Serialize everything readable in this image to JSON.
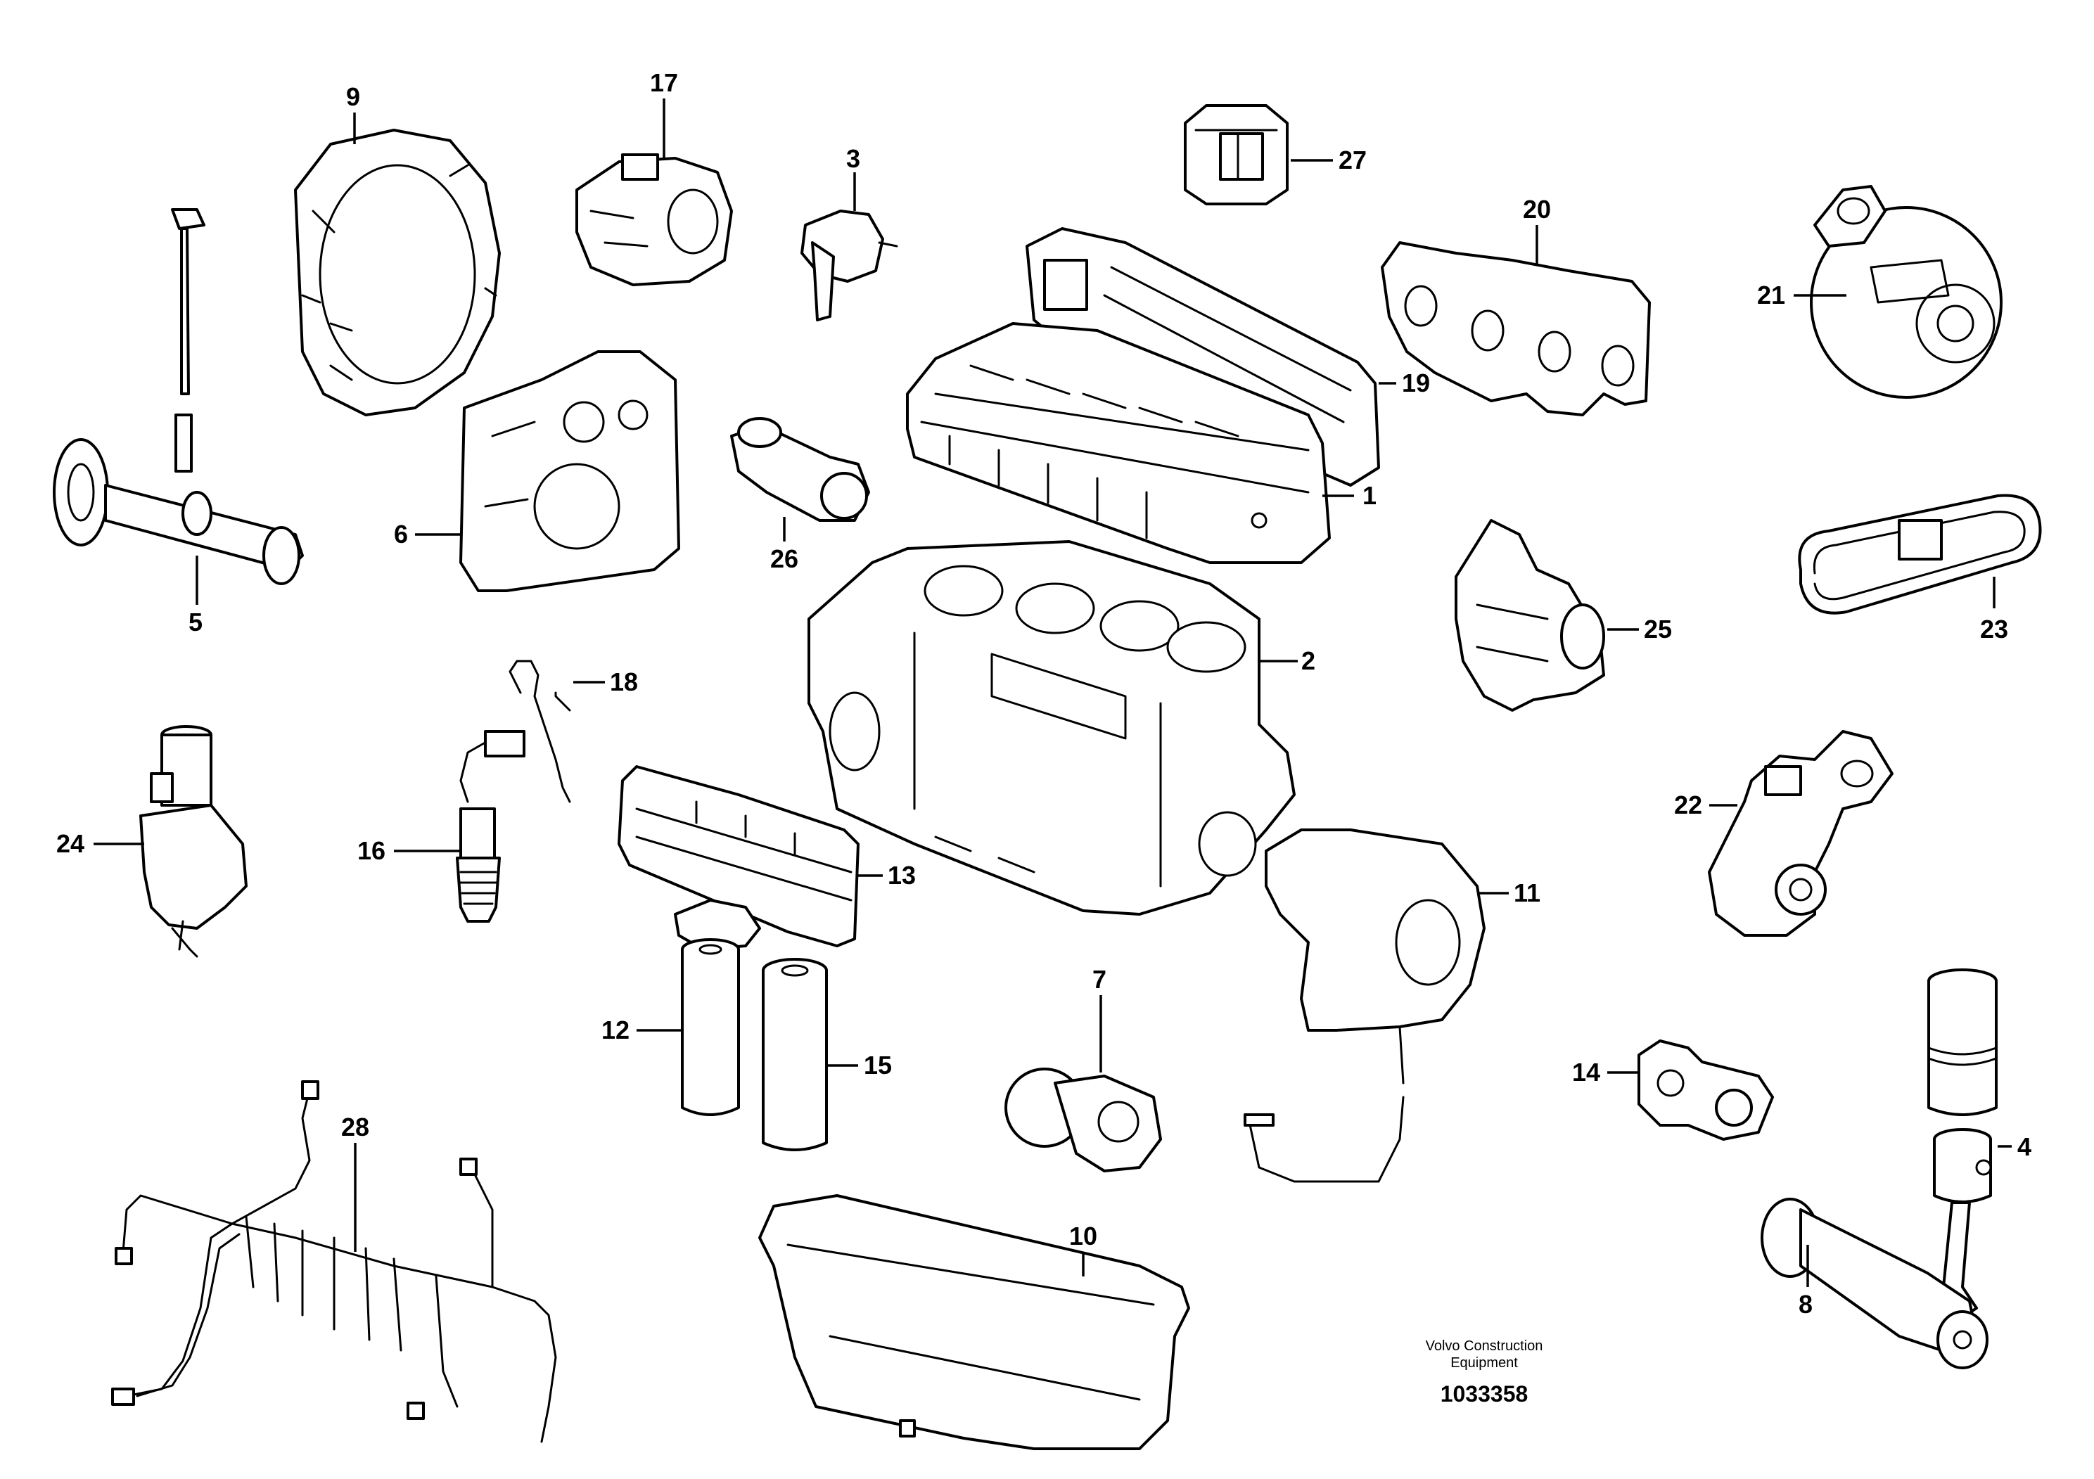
{
  "callouts": {
    "p1": "1",
    "p2": "2",
    "p3": "3",
    "p4": "4",
    "p5": "5",
    "p6": "6",
    "p7": "7",
    "p8": "8",
    "p9": "9",
    "p10": "10",
    "p11": "11",
    "p12": "12",
    "p13": "13",
    "p14": "14",
    "p15": "15",
    "p16": "16",
    "p17": "17",
    "p18": "18",
    "p19": "19",
    "p20": "20",
    "p21": "21",
    "p22": "22",
    "p23": "23",
    "p24": "24",
    "p25": "25",
    "p26": "26",
    "p27": "27",
    "p28": "28"
  },
  "footer": {
    "credit_line1": "Volvo Construction",
    "credit_line2": "Equipment",
    "document_number": "1033358"
  },
  "icons": [
    "exploded-engine-parts"
  ],
  "colors": {
    "ink": "#000000",
    "paper": "#ffffff"
  }
}
